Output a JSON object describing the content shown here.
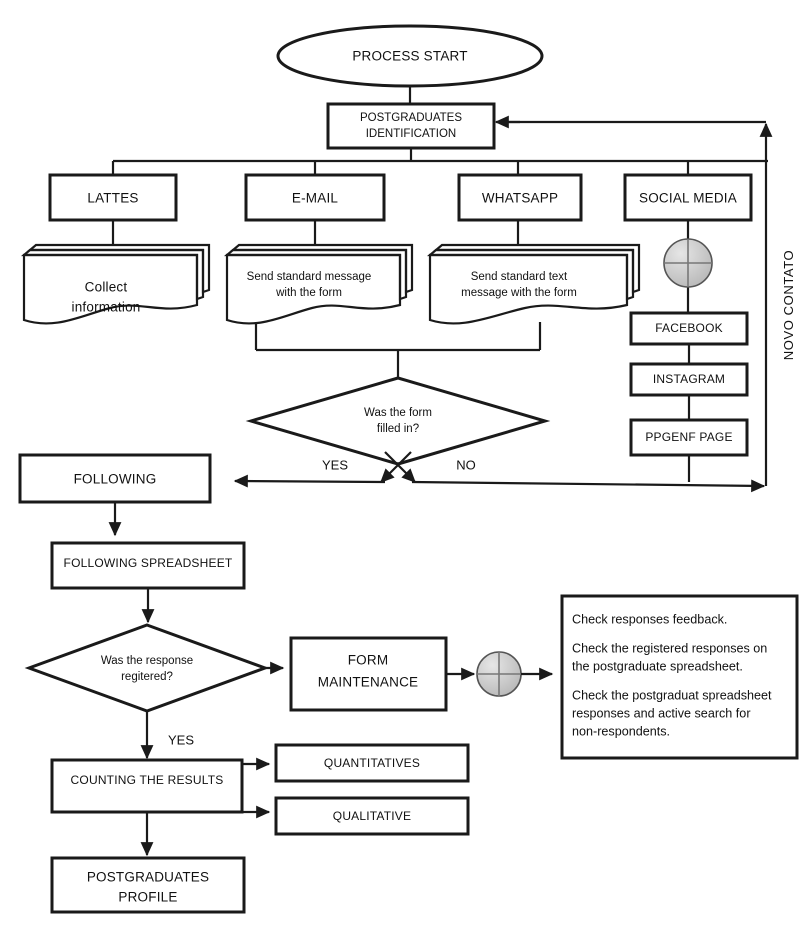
{
  "diagram": {
    "title_text": "",
    "colors": {
      "stroke": "#1a1a1a",
      "background": "#ffffff",
      "connector_fill": "#c9c9c9"
    },
    "start": {
      "label": "PROCESS START"
    },
    "identification": {
      "label_line1": "POSTGRADUATES",
      "label_line2": "IDENTIFICATION"
    },
    "channels": [
      {
        "id": "lattes",
        "label": "LATTES"
      },
      {
        "id": "email",
        "label": "E-MAIL"
      },
      {
        "id": "whatsapp",
        "label": "WHATSAPP"
      },
      {
        "id": "social",
        "label": "SOCIAL MEDIA"
      }
    ],
    "documents": [
      {
        "id": "collect",
        "line1": "Collect",
        "line2": "information"
      },
      {
        "id": "email-msg",
        "line1": "Send standard message",
        "line2": "with the form"
      },
      {
        "id": "whatsapp-msg",
        "line1": "Send standard text",
        "line2": "message with the form"
      }
    ],
    "social_chain": [
      {
        "id": "facebook",
        "label": "FACEBOOK"
      },
      {
        "id": "instagram",
        "label": "INSTAGRAM"
      },
      {
        "id": "ppgenf",
        "label": "PPGENF PAGE"
      }
    ],
    "decision_form": {
      "line1": "Was the form",
      "line2": "filled in?",
      "yes": "YES",
      "no": "NO"
    },
    "return_path": {
      "label": "NOVO CONTATO"
    },
    "following": {
      "label": "FOLLOWING"
    },
    "following_spreadsheet": {
      "label": "FOLLOWING SPREADSHEET"
    },
    "decision_response": {
      "line1": "Was the response",
      "line2": "regitered?",
      "yes": "YES"
    },
    "form_maintenance": {
      "line1": "FORM",
      "line2": "MAINTENANCE"
    },
    "note": {
      "para1": "Check responses feedback.",
      "para2_line1": "Check the registered responses on",
      "para2_line2": "the postgraduate spreadsheet.",
      "para3_line1": "Check the postgraduat spreadsheet",
      "para3_line2": "responses and active search for",
      "para3_line3": "non-respondents."
    },
    "counting": {
      "label": "COUNTING THE RESULTS"
    },
    "outputs": [
      {
        "id": "quantitatives",
        "label": "QUANTITATIVES"
      },
      {
        "id": "qualitative",
        "label": "QUALITATIVE"
      }
    ],
    "profile": {
      "line1": "POSTGRADUATES",
      "line2": "PROFILE"
    }
  }
}
